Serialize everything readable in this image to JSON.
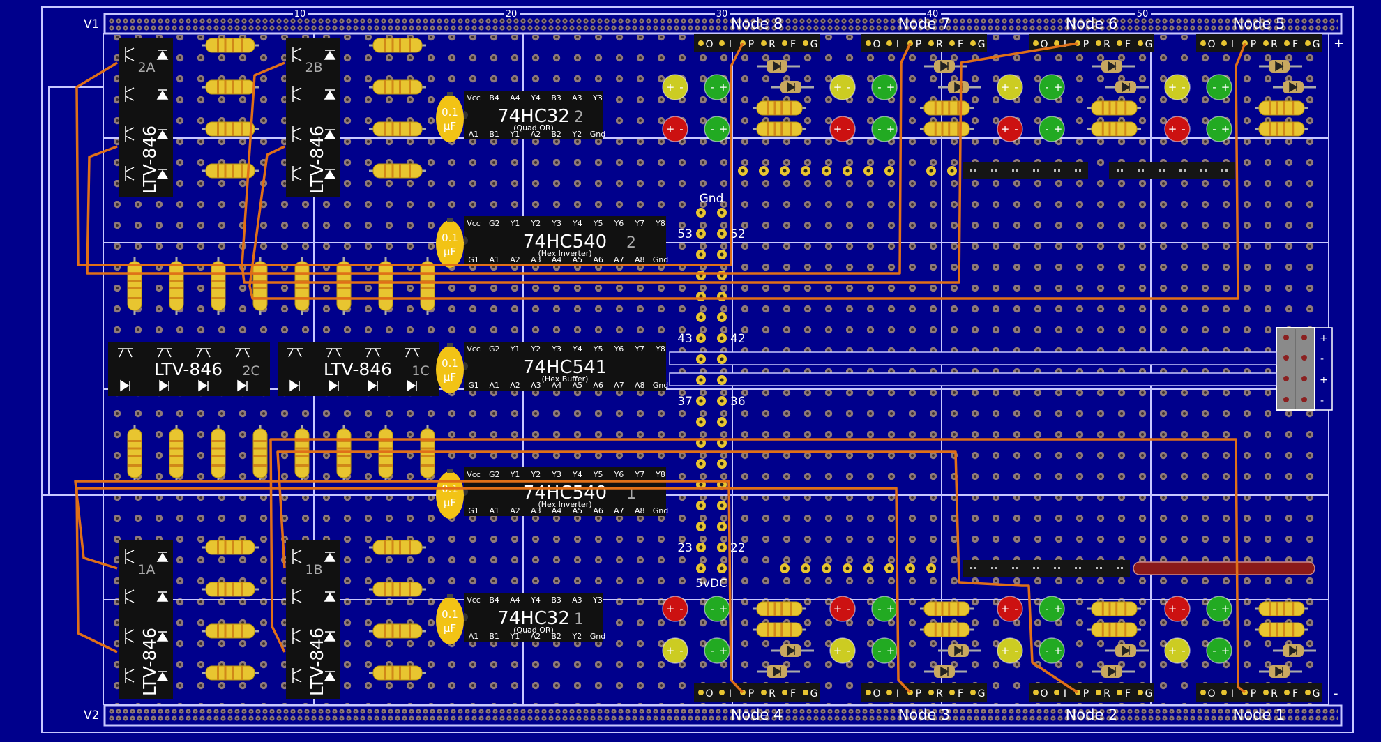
{
  "board": {
    "rails": {
      "top": "V1",
      "bottom": "V2"
    },
    "column_numbers": [
      "10",
      "20",
      "30",
      "40",
      "50"
    ],
    "colors": {
      "background": "#00008c",
      "rail_line": "#c8c8ff",
      "pad": "#8f7a7a",
      "wire": "#e07018",
      "chip": "#111111",
      "resistor": "#e8c530",
      "capacitor": "#f2c315",
      "led_red": "#cc1111",
      "led_green": "#22aa22",
      "led_yellow": "#cccc22"
    },
    "power_terminal": [
      "+",
      "-",
      "+",
      "-"
    ],
    "rail_marks": {
      "top": "+",
      "bottom": "-"
    }
  },
  "optocouplers": [
    {
      "part": "LTV-846",
      "label": "2A"
    },
    {
      "part": "LTV-846",
      "label": "2B"
    },
    {
      "part": "LTV-846",
      "label": "2C"
    },
    {
      "part": "LTV-846",
      "label": "1C"
    },
    {
      "part": "LTV-846",
      "label": "1A"
    },
    {
      "part": "LTV-846",
      "label": "1B"
    }
  ],
  "chips": [
    {
      "name": "74HC32",
      "num": "2",
      "sub": "(Quad OR)",
      "top_pins": [
        "Vcc",
        "B4",
        "A4",
        "Y4",
        "B3",
        "A3",
        "Y3"
      ],
      "bottom_pins": [
        "A1",
        "B1",
        "Y1",
        "A2",
        "B2",
        "Y2",
        "Gnd"
      ]
    },
    {
      "name": "74HC540",
      "num": "2",
      "sub": "(Hex Inverter)",
      "top_pins": [
        "Vcc",
        "G2",
        "Y1",
        "Y2",
        "Y3",
        "Y4",
        "Y5",
        "Y6",
        "Y7",
        "Y8"
      ],
      "bottom_pins": [
        "G1",
        "A1",
        "A2",
        "A3",
        "A4",
        "A5",
        "A6",
        "A7",
        "A8",
        "Gnd"
      ]
    },
    {
      "name": "74HC541",
      "num": "",
      "sub": "(Hex Buffer)",
      "top_pins": [
        "Vcc",
        "G2",
        "Y1",
        "Y2",
        "Y3",
        "Y4",
        "Y5",
        "Y6",
        "Y7",
        "Y8"
      ],
      "bottom_pins": [
        "G1",
        "A1",
        "A2",
        "A3",
        "A4",
        "A5",
        "A6",
        "A7",
        "A8",
        "Gnd"
      ]
    },
    {
      "name": "74HC540",
      "num": "1",
      "sub": "(Hex Inverter)",
      "top_pins": [
        "Vcc",
        "G2",
        "Y1",
        "Y2",
        "Y3",
        "Y4",
        "Y5",
        "Y6",
        "Y7",
        "Y8"
      ],
      "bottom_pins": [
        "G1",
        "A1",
        "A2",
        "A3",
        "A4",
        "A5",
        "A6",
        "A7",
        "A8",
        "Gnd"
      ]
    },
    {
      "name": "74HC32",
      "num": "1",
      "sub": "(Quad OR)",
      "top_pins": [
        "Vcc",
        "B4",
        "A4",
        "Y4",
        "B3",
        "A3",
        "Y3"
      ],
      "bottom_pins": [
        "A1",
        "B1",
        "Y1",
        "A2",
        "B2",
        "Y2",
        "Gnd"
      ]
    }
  ],
  "capacitor": {
    "value": "0.1",
    "unit": "µF"
  },
  "header_labels": {
    "gnd": "Gnd",
    "vdc": "5vDC",
    "pins": [
      {
        "left": "53",
        "right": "52"
      },
      {
        "left": "43",
        "right": "42"
      },
      {
        "left": "37",
        "right": "36"
      },
      {
        "left": "23",
        "right": "22"
      }
    ]
  },
  "nodes_top": [
    "Node 8",
    "Node 7",
    "Node 6",
    "Node 5"
  ],
  "nodes_bottom": [
    "Node 4",
    "Node 3",
    "Node 2",
    "Node 1"
  ],
  "node_connector_pins": [
    "O",
    "I",
    "P",
    "R",
    "F",
    "G"
  ],
  "led_signs": {
    "plus": "+",
    "minus": "-"
  }
}
